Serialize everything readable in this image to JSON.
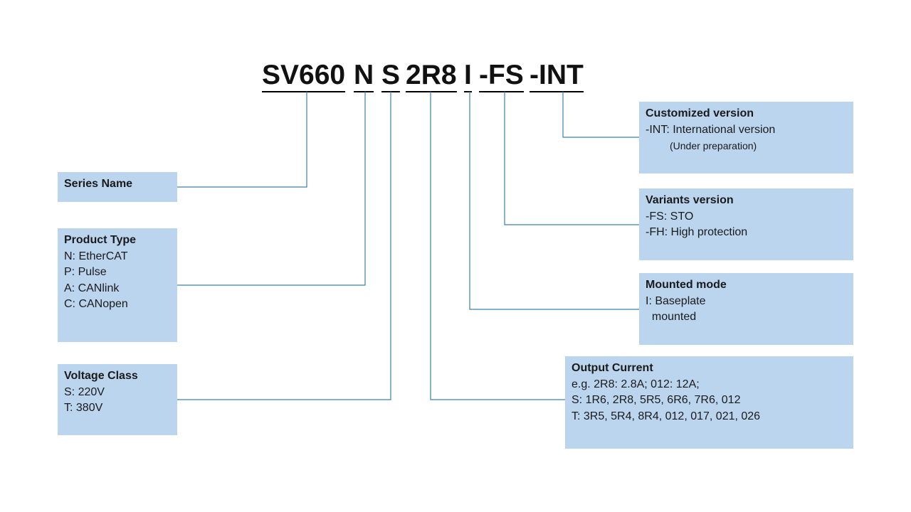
{
  "code_parts": {
    "series": "SV660",
    "product_type": "N",
    "voltage": "S",
    "current": "2R8",
    "mount": "I",
    "variant": "-FS",
    "custom": "-INT"
  },
  "boxes": {
    "series_name": {
      "title": "Series Name"
    },
    "product_type": {
      "title": "Product Type",
      "lines": [
        "N: EtherCAT",
        "P: Pulse",
        "A: CANlink",
        "C: CANopen"
      ]
    },
    "voltage_class": {
      "title": "Voltage Class",
      "lines": [
        "S: 220V",
        "T: 380V"
      ]
    },
    "customized_version": {
      "title": "Customized version",
      "lines": [
        "-INT: International version"
      ],
      "note": "(Under preparation)"
    },
    "variants_version": {
      "title": "Variants version",
      "lines": [
        "-FS: STO",
        "-FH: High protection"
      ]
    },
    "mounted_mode": {
      "title": "Mounted mode",
      "lines": [
        "I: Baseplate",
        "  mounted"
      ]
    },
    "output_current": {
      "title": "Output Current",
      "lines": [
        "e.g. 2R8: 2.8A; 012: 12A;",
        "S: 1R6, 2R8, 5R5, 6R6, 7R6, 012",
        "T: 3R5, 5R4, 8R4, 012, 017, 021, 026"
      ]
    }
  },
  "colors": {
    "box_fill": "#bcd5ef",
    "connector": "#3f7fa6"
  }
}
